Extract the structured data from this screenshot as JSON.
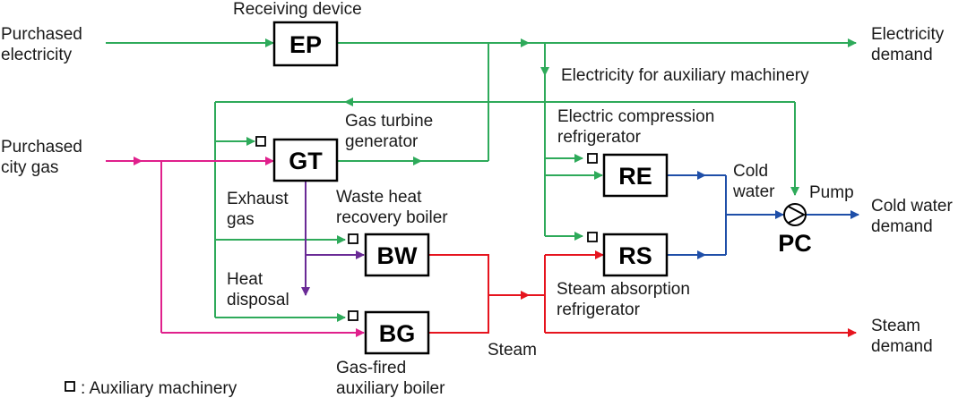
{
  "colors": {
    "electricity": "#2eaa5a",
    "gas": "#e0208c",
    "steam": "#e6141e",
    "cold_water": "#1f4fa8",
    "exhaust": "#6a2a96"
  },
  "units": {
    "ep": "EP",
    "gt": "GT",
    "re": "RE",
    "rs": "RS",
    "bw": "BW",
    "bg": "BG",
    "pc": "PC"
  },
  "labels": {
    "receiving_device": "Receiving device",
    "purchased_electricity": [
      "Purchased",
      "electricity"
    ],
    "electricity_demand": [
      "Electricity",
      "demand"
    ],
    "electricity_aux": "Electricity for auxiliary machinery",
    "purchased_gas": [
      "Purchased",
      "city gas"
    ],
    "gas_turbine": [
      "Gas turbine",
      "generator"
    ],
    "electric_refrigerator": [
      "Electric compression",
      "refrigerator"
    ],
    "cold_water": [
      "Cold",
      "water"
    ],
    "pump": "Pump",
    "cold_water_demand": [
      "Cold water",
      "demand"
    ],
    "exhaust_gas": [
      "Exhaust",
      "gas"
    ],
    "waste_heat_boiler": [
      "Waste heat",
      "recovery boiler"
    ],
    "heat_disposal": [
      "Heat",
      "disposal"
    ],
    "steam_absorption": [
      "Steam absorption",
      "refrigerator"
    ],
    "steam": "Steam",
    "steam_demand": [
      "Steam",
      "demand"
    ],
    "gas_fired_boiler": [
      "Gas-fired",
      "auxiliary boiler"
    ],
    "legend_aux": ": Auxiliary machinery"
  }
}
